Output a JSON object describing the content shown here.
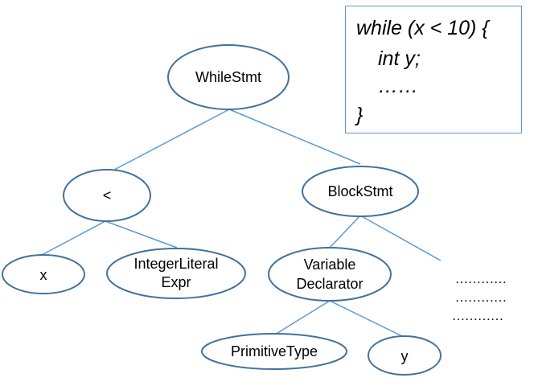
{
  "diagram": {
    "edge_color": "#5b9bd5",
    "node_stroke": "#41719c",
    "nodes": [
      {
        "id": "whilestmt",
        "label": "WhileStmt"
      },
      {
        "id": "less-than",
        "label": "<"
      },
      {
        "id": "blockstmt",
        "label": "BlockStmt"
      },
      {
        "id": "x",
        "label": "x"
      },
      {
        "id": "integerliteralexpr",
        "label_lines": [
          "IntegerLiteral",
          "Expr"
        ]
      },
      {
        "id": "variabledeclarator",
        "label_lines": [
          "Variable",
          "Declarator"
        ]
      },
      {
        "id": "primitivetype",
        "label": "PrimitiveType"
      },
      {
        "id": "y",
        "label": "y"
      }
    ],
    "edges": [
      {
        "from": "whilestmt",
        "to": "less-than"
      },
      {
        "from": "whilestmt",
        "to": "blockstmt"
      },
      {
        "from": "less-than",
        "to": "x"
      },
      {
        "from": "less-than",
        "to": "integerliteralexpr"
      },
      {
        "from": "blockstmt",
        "to": "variabledeclarator"
      },
      {
        "from": "blockstmt",
        "to": "ellipsis"
      },
      {
        "from": "variabledeclarator",
        "to": "primitivetype"
      },
      {
        "from": "variabledeclarator",
        "to": "y"
      }
    ],
    "ellipsis_lines": [
      "…………",
      "…………",
      "…………"
    ]
  },
  "code": {
    "lines": [
      "while (x < 10) {",
      "int y;",
      "……",
      "}"
    ]
  }
}
